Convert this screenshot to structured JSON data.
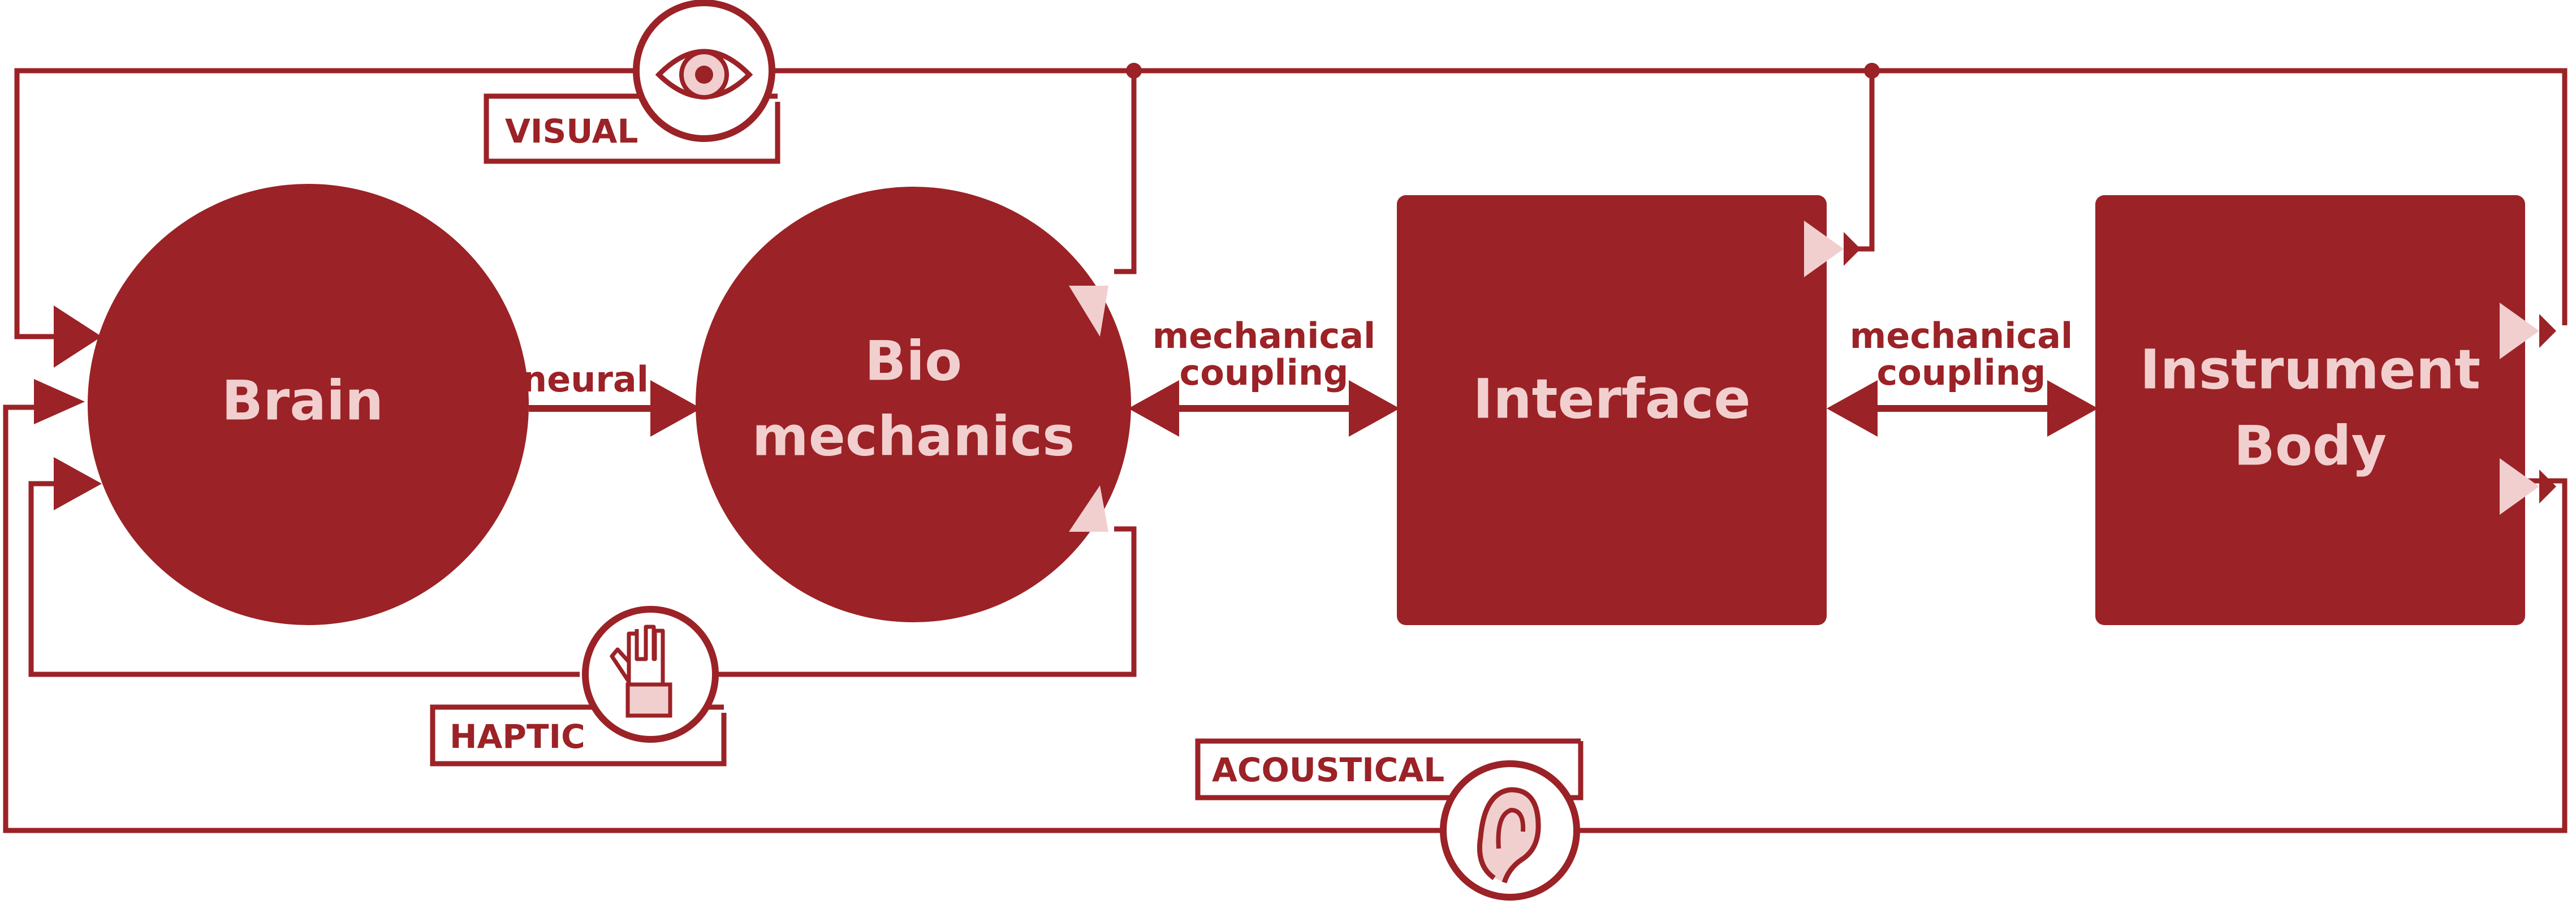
{
  "colors": {
    "primary": "#9b2226",
    "light": "#f2cfcf",
    "background": "#ffffff"
  },
  "nodes": {
    "brain": "Brain",
    "biomechanics_line1": "Bio",
    "biomechanics_line2": "mechanics",
    "interface": "Interface",
    "instrument_line1": "Instrument",
    "instrument_line2": "Body"
  },
  "edges": {
    "neural": "neural",
    "coupling1_line1": "mechanical",
    "coupling1_line2": "coupling",
    "coupling2_line1": "mechanical",
    "coupling2_line2": "coupling"
  },
  "feedback": {
    "visual": "VISUAL",
    "haptic": "HAPTIC",
    "acoustical": "ACOUSTICAL"
  },
  "icons": [
    "eye-icon",
    "hand-icon",
    "ear-icon"
  ]
}
